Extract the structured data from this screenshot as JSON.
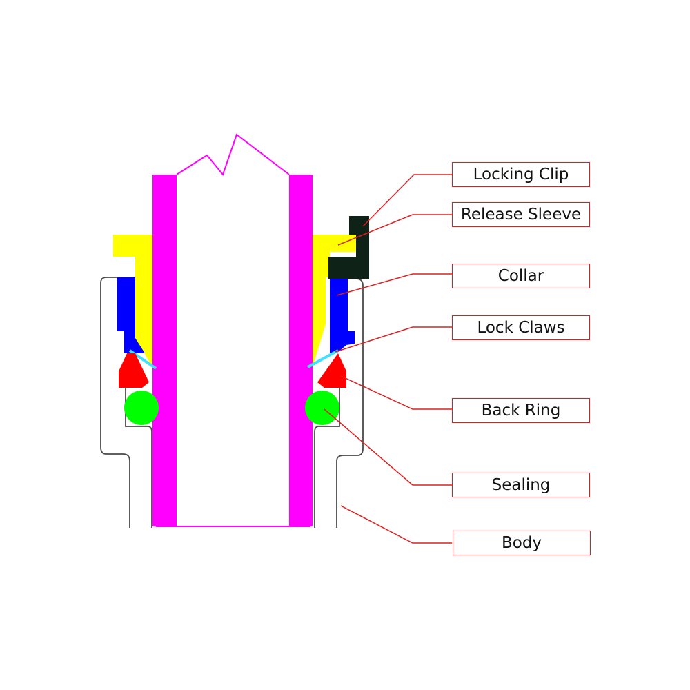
{
  "labels": {
    "locking_clip": "Locking Clip",
    "release_sleeve": "Release Sleeve",
    "collar": "Collar",
    "lock_claws": "Lock Claws",
    "back_ring": "Back Ring",
    "sealing": "Sealing",
    "body": "Body"
  },
  "colors": {
    "tube": "#ff00ff",
    "release_sleeve": "#ffff00",
    "collar": "#0000ff",
    "locking_clip": "#0f2218",
    "back_ring": "#ff0000",
    "sealing": "#00ff00",
    "lock_claws": "#40e0ff",
    "body_outline": "#4a4a4a",
    "leader": "#e01e1e"
  }
}
